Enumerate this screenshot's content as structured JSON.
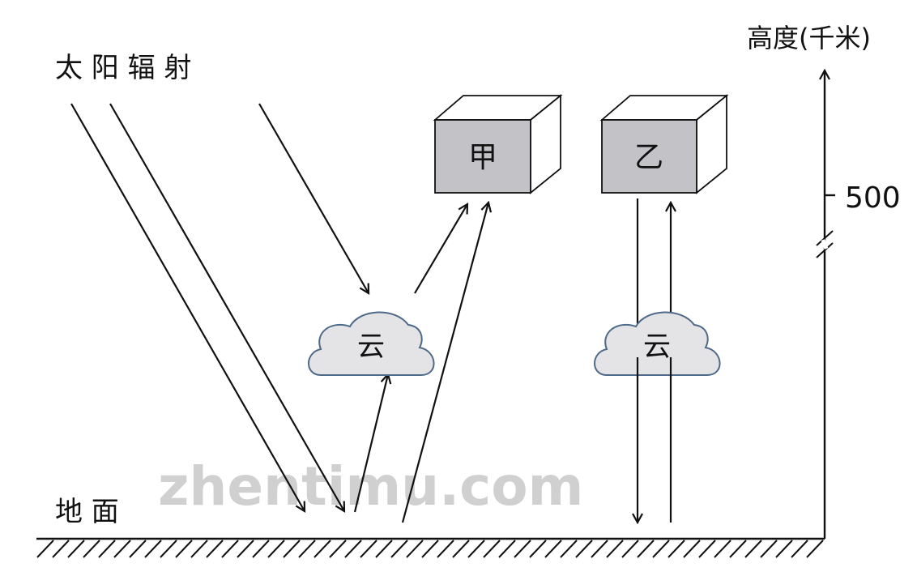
{
  "title_label": "太 阳 辐 射",
  "ground_label": "地 面",
  "axis": {
    "label": "高度(千米)",
    "tick_value": "500"
  },
  "satellites": [
    {
      "label": "甲"
    },
    {
      "label": "乙"
    }
  ],
  "clouds": [
    {
      "label": "云"
    },
    {
      "label": "云"
    }
  ],
  "watermark": "zhentimu.com",
  "colors": {
    "box_fill": "#c3c3c7",
    "cloud_fill": "#e4e4e7",
    "cloud_stroke": "#4f6a88",
    "line": "#111111",
    "watermark": "#d0d0d0"
  }
}
